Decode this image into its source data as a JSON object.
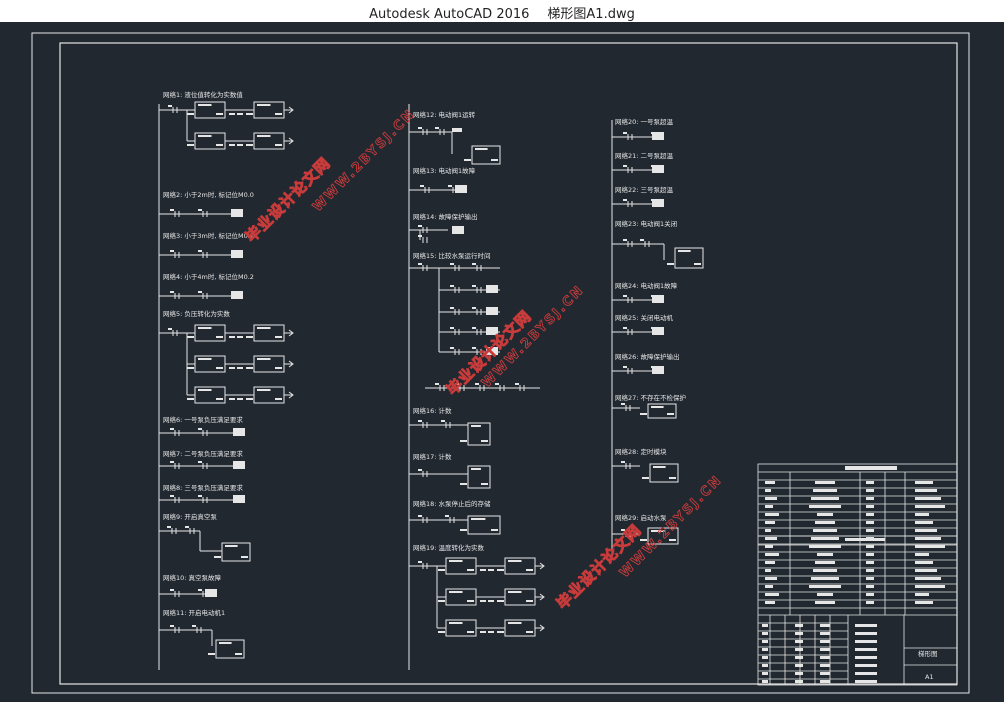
{
  "app": {
    "name": "Autodesk AutoCAD 2016",
    "file": "梯形图A1.dwg"
  },
  "colors": {
    "background": "#212830",
    "lines": "#e6e6e6",
    "watermark": "#c73b3b"
  },
  "networks": {
    "n1": "网络1: 液位值转化为实数值",
    "n2": "网络2: 小于2m时, 标记位M0.0",
    "n3": "网络3: 小于3m时, 标记位M0.1",
    "n4": "网络4: 小于4m时, 标记位M0.2",
    "n5": "网络5: 负压转化为实数",
    "n6": "网络6: 一号泵负压满足要求",
    "n7": "网络7: 二号泵负压满足要求",
    "n8": "网络8: 三号泵负压满足要求",
    "n9": "网络9: 开启真空泵",
    "n10": "网络10: 真空泵故障",
    "n11": "网络11: 开启电动机1",
    "n12": "网络12: 电动阀1运转",
    "n13": "网络13: 电动阀1故障",
    "n14": "网络14: 故障保护输出",
    "n15": "网络15: 比较水泵运行时间",
    "n16": "网络16: 计数",
    "n17": "网络17: 计数",
    "n18": "网络18: 水泵停止后的存储",
    "n19": "网络19: 温度转化为实数",
    "n20": "网络20: 一号泵超温",
    "n21": "网络21: 二号泵超温",
    "n22": "网络22: 三号泵超温",
    "n23": "网络23: 电动阀1关闭",
    "n24": "网络24: 电动阀1故障",
    "n25": "网络25: 关闭电动机",
    "n26": "网络26: 故障保护输出",
    "n27": "网络27: 不存在不检保护",
    "n28": "网络28: 定时模块",
    "n29": "网络29: 启动水泵"
  },
  "watermark": {
    "line1": "毕业设计论文网",
    "line2": "WWW.2BYSJ.CN"
  },
  "title_block": {
    "drawing_name": "梯形图",
    "sheet": "A1"
  }
}
